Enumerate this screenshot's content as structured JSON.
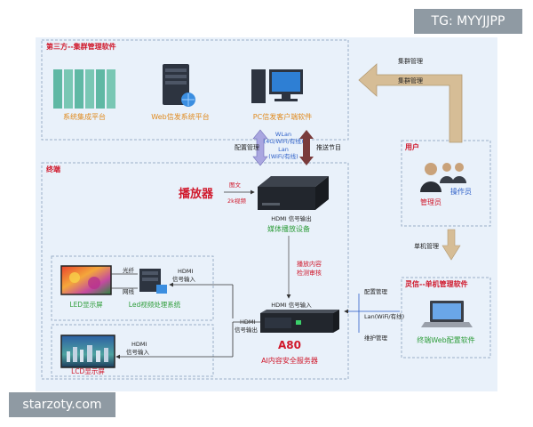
{
  "watermarks": {
    "top_right": "TG: MYYJJPP",
    "bottom_left": "starzoty.com"
  },
  "sections": {
    "third_party": "第三方--集群管理软件",
    "terminal": "终端",
    "user": "用户",
    "lingxin": "灵信--单机管理软件"
  },
  "third_party": {
    "system_platform": "系统集成平台",
    "web_platform": "Web信发系统平台",
    "pc_client": "PC信发客户端软件"
  },
  "links": {
    "cluster_mgmt_1": "集群管理",
    "cluster_mgmt_2": "集群管理",
    "config_mgmt": "配置管理",
    "push_program": "推送节目",
    "wlan_line1": "WLan",
    "wlan_line2": "(4G/WiFi/有线)",
    "lan_line1": "Lan",
    "lan_line2": "(WiFi/有线)",
    "single_mgmt": "单机管理",
    "config_mgmt_right": "配置管理",
    "lan_right": "Lan(WiFi/有线)",
    "maint_mgmt": "维护管理",
    "play_audit_line1": "播放内容",
    "play_audit_line2": "检测审核",
    "fiber": "光纤",
    "network_cable": "网线"
  },
  "player": {
    "title": "播放器",
    "image_text": "图文",
    "video_2k": "2k视频",
    "hdmi_out": "HDMI 信号输出",
    "device_label": "媒体播放设备"
  },
  "users": {
    "operator": "操作员",
    "admin": "管理员"
  },
  "lingxin": {
    "software": "终端Web配置软件"
  },
  "led": {
    "hdmi_in_line1": "HDMI",
    "hdmi_in_line2": "信号输入",
    "screen_label": "LED显示屏",
    "processor_label": "Led视频处理系统"
  },
  "a80": {
    "hdmi_in": "HDMI 信号输入",
    "hdmi_out_line1": "HDMI",
    "hdmi_out_line2": "信号输出",
    "model": "A80",
    "desc": "AI内容安全服务器"
  },
  "lcd": {
    "hdmi_in_line1": "HDMI",
    "hdmi_in_line2": "信号输入",
    "screen_label": "LCD显示屏"
  },
  "colors": {
    "red": "#d0182b",
    "green": "#2e9d3a",
    "orange": "#e08a1e",
    "blue": "#2d5fc8",
    "lavender": "#a9a6e0",
    "maroon": "#7a3b3b",
    "tan": "#d6bd96"
  }
}
